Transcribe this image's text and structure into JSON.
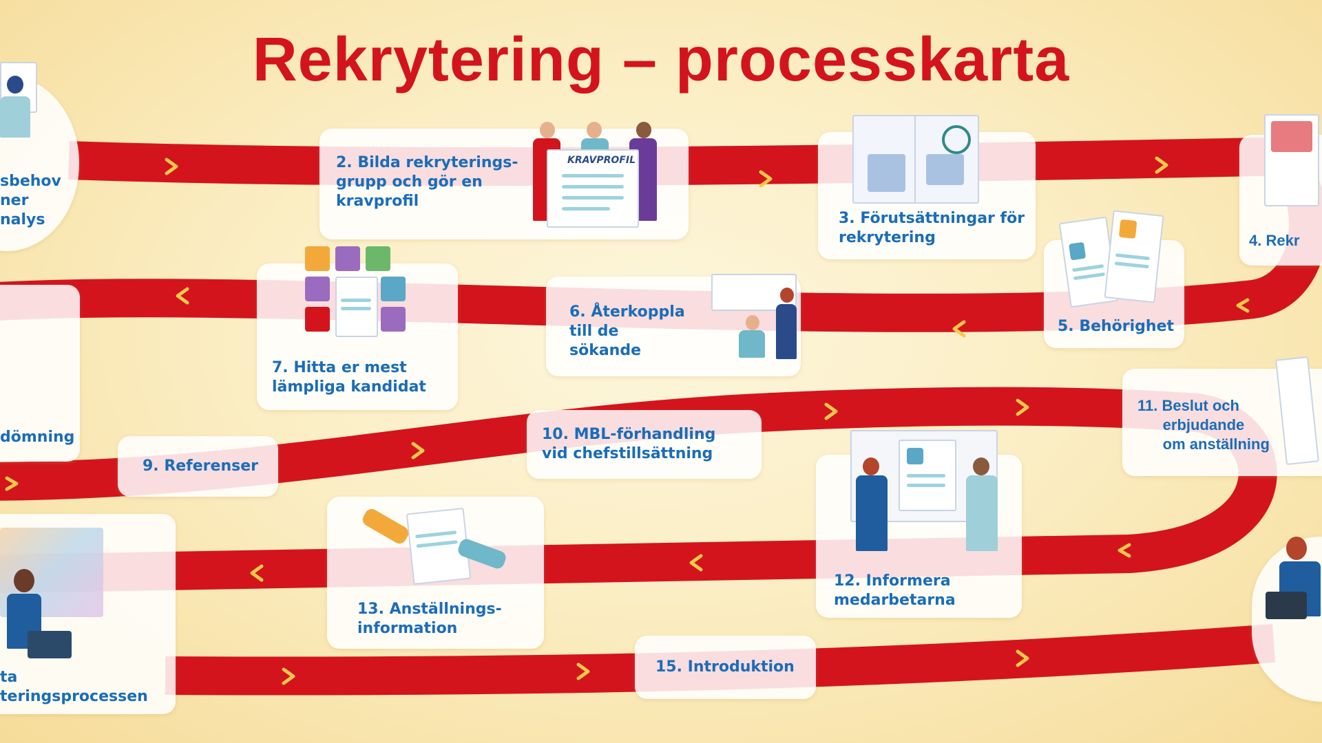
{
  "title": "Rekrytering – processkarta",
  "colors": {
    "road": "#d3141c",
    "chevron": "#f6c94c",
    "label": "#1a6db8",
    "title": "#d3141c"
  },
  "steps": [
    {
      "label": "sbehov\nner\nnalys"
    },
    {
      "label": "2. Bilda rekryterings-\n    grupp och gör en\n    kravprofil",
      "illustration_text": "KRAVPROFIL"
    },
    {
      "label": "3. Förutsättningar för\n    rekrytering"
    },
    {
      "label": "4. Rekr"
    },
    {
      "label": "5. Behörighet"
    },
    {
      "label": "6. Återkoppla\n    till de\n    sökande"
    },
    {
      "label": "7. Hitta er mest\n    lämpliga kandidat"
    },
    {
      "label": "dömning"
    },
    {
      "label": "9. Referenser"
    },
    {
      "label": "10. MBL-förhandling\n      vid chefstillsättning"
    },
    {
      "label": "11. Beslut och\n      erbjudande\n      om anställning"
    },
    {
      "label": "12. Informera\n      medarbetarna"
    },
    {
      "label": "13. Anställnings-\n      information"
    },
    {
      "label": "ta\nteringsprocessen"
    },
    {
      "label": "15. Introduktion"
    }
  ]
}
